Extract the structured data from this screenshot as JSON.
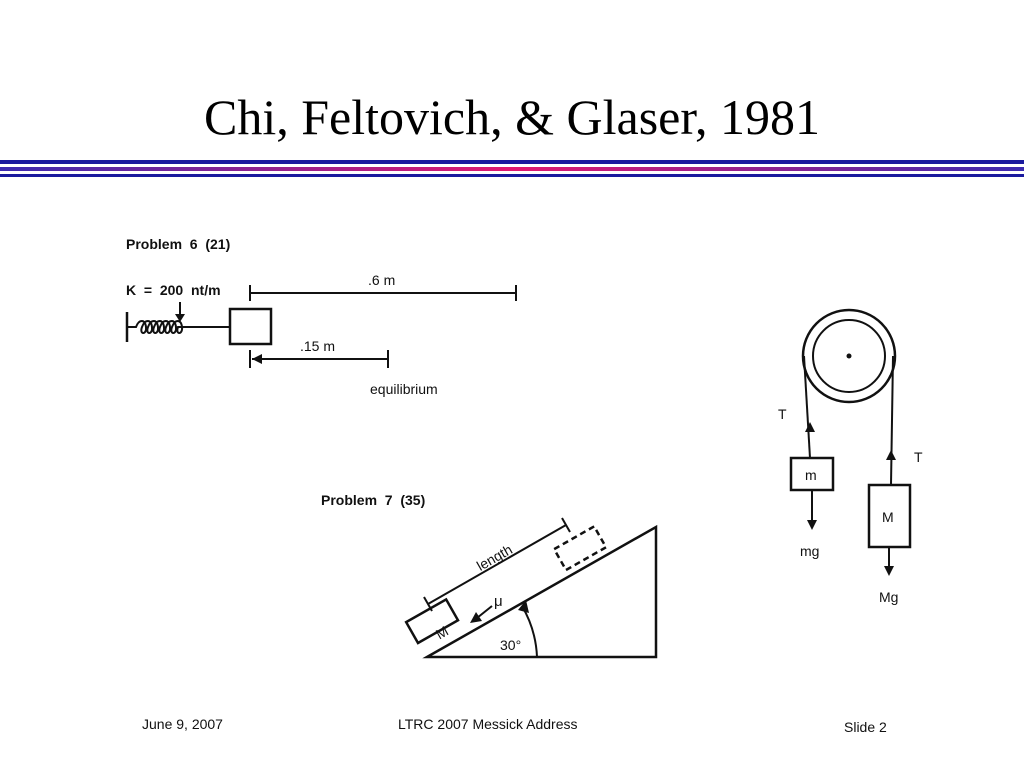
{
  "slide": {
    "title": "Chi, Feltovich, & Glaser, 1981"
  },
  "colors": {
    "rule_top": "#1a1a9e",
    "rule_middle_gradient": [
      "#3b2bb0",
      "#e0186f"
    ],
    "rule_bottom": "#1a1a9e"
  },
  "problem6": {
    "heading": "Problem  6  (21)",
    "spring_label": "K  =  200  nt/m",
    "length_label": ".6 m",
    "displacement_label": ".15 m",
    "equilibrium_label": "equilibrium"
  },
  "problem7": {
    "heading": "Problem  7  (35)",
    "length_label": "length",
    "friction_label": "μ",
    "mass_label": "M",
    "angle_label": "30°"
  },
  "pulley": {
    "tension_left": "T",
    "tension_right": "T",
    "small_mass_label": "m",
    "large_mass_label": "M",
    "weight_small": "mg",
    "weight_large": "Mg"
  },
  "footer": {
    "date": "June 9, 2007",
    "center_text": "LTRC 2007 Messick Address",
    "slide_number": "Slide 2"
  }
}
